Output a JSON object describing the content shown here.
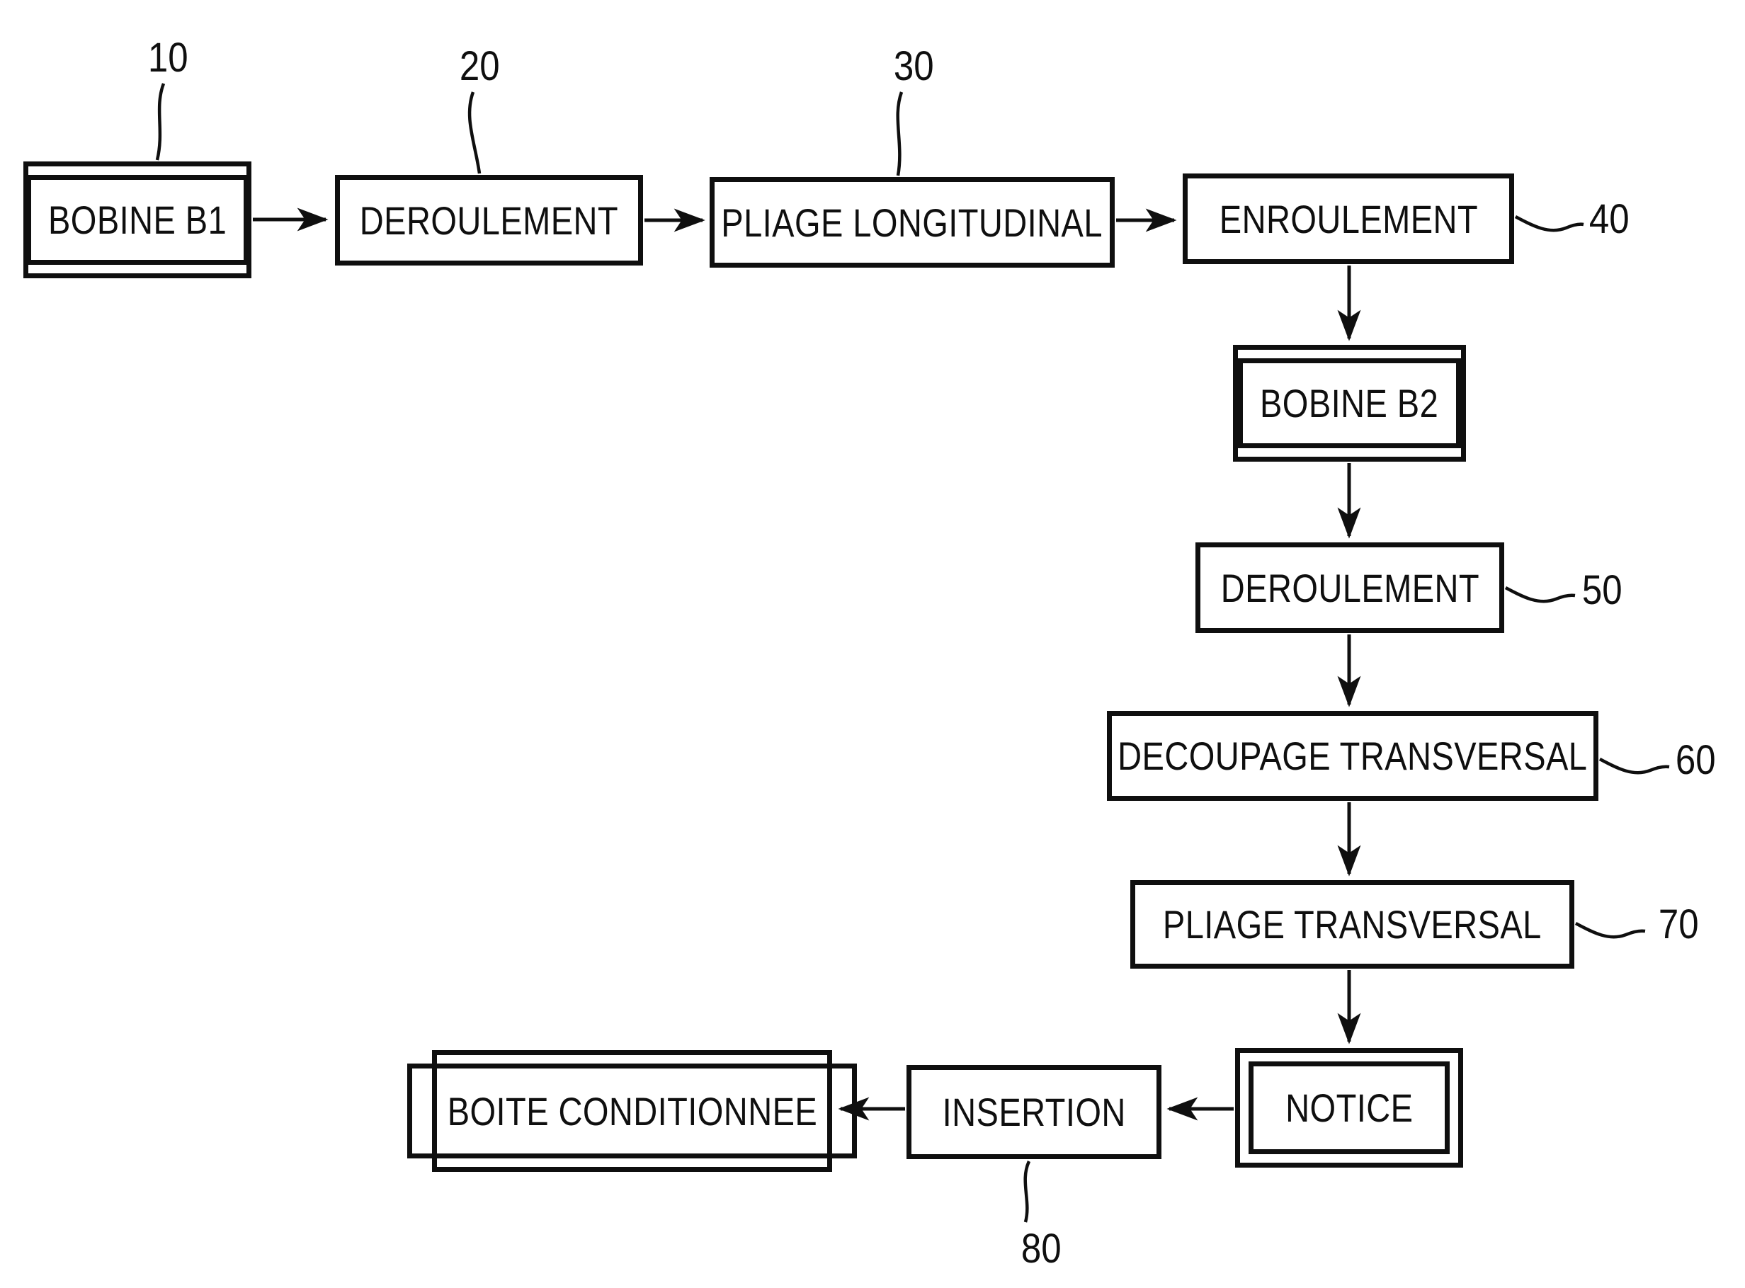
{
  "figure": {
    "background_color": "#ffffff",
    "line_color": "#0f0f0f",
    "nodes": [
      {
        "id": "bobine-b1",
        "label": "BOBINE B1",
        "ref": "10",
        "border": "double"
      },
      {
        "id": "deroulement-1",
        "label": "DEROULEMENT",
        "ref": "20",
        "border": "single"
      },
      {
        "id": "pliage-longitudinal",
        "label": "PLIAGE LONGITUDINAL",
        "ref": "30",
        "border": "single"
      },
      {
        "id": "enroulement",
        "label": "ENROULEMENT",
        "ref": "40",
        "border": "single"
      },
      {
        "id": "bobine-b2",
        "label": "BOBINE B2",
        "ref": "",
        "border": "double"
      },
      {
        "id": "deroulement-2",
        "label": "DEROULEMENT",
        "ref": "50",
        "border": "single"
      },
      {
        "id": "decoupage-transversal",
        "label": "DECOUPAGE TRANSVERSAL",
        "ref": "60",
        "border": "single"
      },
      {
        "id": "pliage-transversal",
        "label": "PLIAGE TRANSVERSAL",
        "ref": "70",
        "border": "single"
      },
      {
        "id": "notice",
        "label": "NOTICE",
        "ref": "",
        "border": "double"
      },
      {
        "id": "insertion",
        "label": "INSERTION",
        "ref": "80",
        "border": "single"
      },
      {
        "id": "boite-conditionnee",
        "label": "BOITE CONDITIONNEE",
        "ref": "",
        "border": "double"
      }
    ],
    "edges": [
      {
        "from": "bobine-b1",
        "to": "deroulement-1"
      },
      {
        "from": "deroulement-1",
        "to": "pliage-longitudinal"
      },
      {
        "from": "pliage-longitudinal",
        "to": "enroulement"
      },
      {
        "from": "enroulement",
        "to": "bobine-b2"
      },
      {
        "from": "bobine-b2",
        "to": "deroulement-2"
      },
      {
        "from": "deroulement-2",
        "to": "decoupage-transversal"
      },
      {
        "from": "decoupage-transversal",
        "to": "pliage-transversal"
      },
      {
        "from": "pliage-transversal",
        "to": "notice"
      },
      {
        "from": "notice",
        "to": "insertion"
      },
      {
        "from": "insertion",
        "to": "boite-conditionnee"
      }
    ]
  }
}
